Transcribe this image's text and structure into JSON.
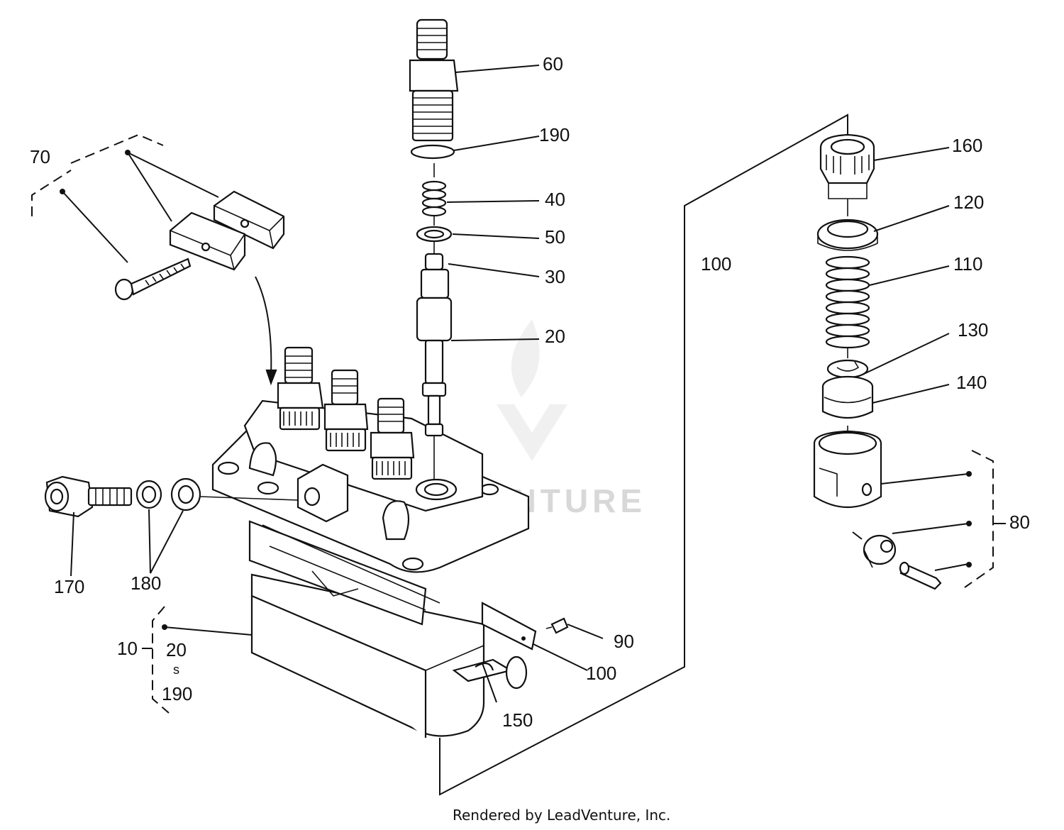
{
  "labels": {
    "p60": "60",
    "p190_top": "190",
    "p40": "40",
    "p50": "50",
    "p30": "30",
    "p20_top": "20",
    "p70": "70",
    "p100_center": "100",
    "p160": "160",
    "p120": "120",
    "p110": "110",
    "p130": "130",
    "p140": "140",
    "p80": "80",
    "p170": "170",
    "p180": "180",
    "p10": "10",
    "p20_range": "20",
    "range_sep": "s",
    "p190_range": "190",
    "p90": "90",
    "p100_lower": "100",
    "p150": "150"
  },
  "watermark": "LEADVENTURE",
  "footer": "Rendered by LeadVenture, Inc."
}
